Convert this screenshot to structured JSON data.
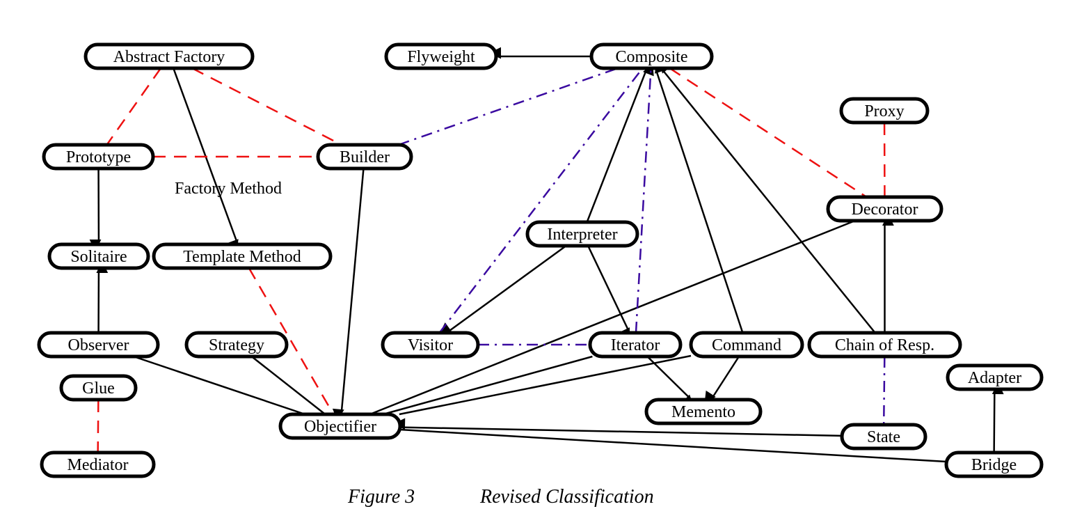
{
  "nodes": [
    {
      "id": "abstract-factory",
      "label": "Abstract Factory"
    },
    {
      "id": "flyweight",
      "label": "Flyweight"
    },
    {
      "id": "composite",
      "label": "Composite"
    },
    {
      "id": "proxy",
      "label": "Proxy"
    },
    {
      "id": "prototype",
      "label": "Prototype"
    },
    {
      "id": "builder",
      "label": "Builder"
    },
    {
      "id": "decorator",
      "label": "Decorator"
    },
    {
      "id": "interpreter",
      "label": "Interpreter"
    },
    {
      "id": "solitaire",
      "label": "Solitaire"
    },
    {
      "id": "template-method",
      "label": "Template Method"
    },
    {
      "id": "observer",
      "label": "Observer"
    },
    {
      "id": "strategy",
      "label": "Strategy"
    },
    {
      "id": "visitor",
      "label": "Visitor"
    },
    {
      "id": "iterator",
      "label": "Iterator"
    },
    {
      "id": "command",
      "label": "Command"
    },
    {
      "id": "chain-of-resp",
      "label": "Chain of Resp."
    },
    {
      "id": "glue",
      "label": "Glue"
    },
    {
      "id": "adapter",
      "label": "Adapter"
    },
    {
      "id": "memento",
      "label": "Memento"
    },
    {
      "id": "objectifier",
      "label": "Objectifier"
    },
    {
      "id": "state",
      "label": "State"
    },
    {
      "id": "mediator",
      "label": "Mediator"
    },
    {
      "id": "bridge",
      "label": "Bridge"
    }
  ],
  "edges": [
    {
      "from": "composite",
      "to": "flyweight",
      "style": "solid",
      "arrow": true
    },
    {
      "from": "abstract-factory",
      "to": "template-method",
      "style": "solid",
      "arrow": true
    },
    {
      "from": "prototype",
      "to": "solitaire",
      "style": "solid",
      "arrow": true
    },
    {
      "from": "observer",
      "to": "solitaire",
      "style": "solid",
      "arrow": true
    },
    {
      "from": "builder",
      "to": "objectifier",
      "style": "solid",
      "arrow": true
    },
    {
      "from": "observer",
      "to": "objectifier",
      "style": "solid",
      "arrow": false
    },
    {
      "from": "strategy",
      "to": "objectifier",
      "style": "solid",
      "arrow": false
    },
    {
      "from": "iterator",
      "to": "objectifier",
      "style": "solid",
      "arrow": false
    },
    {
      "from": "command",
      "to": "objectifier",
      "style": "solid",
      "arrow": false
    },
    {
      "from": "decorator",
      "to": "objectifier",
      "style": "solid",
      "arrow": false
    },
    {
      "from": "state",
      "to": "objectifier",
      "style": "solid",
      "arrow": true
    },
    {
      "from": "bridge",
      "to": "objectifier",
      "style": "solid",
      "arrow": false
    },
    {
      "from": "interpreter",
      "to": "composite",
      "style": "solid",
      "arrow": true
    },
    {
      "from": "command",
      "to": "composite",
      "style": "solid",
      "arrow": true
    },
    {
      "from": "chain-of-resp",
      "to": "composite",
      "style": "solid",
      "arrow": true
    },
    {
      "from": "interpreter",
      "to": "visitor",
      "style": "solid",
      "arrow": true
    },
    {
      "from": "interpreter",
      "to": "iterator",
      "style": "solid",
      "arrow": true
    },
    {
      "from": "iterator",
      "to": "memento",
      "style": "solid",
      "arrow": true
    },
    {
      "from": "command",
      "to": "memento",
      "style": "solid",
      "arrow": true
    },
    {
      "from": "chain-of-resp",
      "to": "decorator",
      "style": "solid",
      "arrow": true
    },
    {
      "from": "bridge",
      "to": "adapter",
      "style": "solid",
      "arrow": true
    },
    {
      "from": "abstract-factory",
      "to": "prototype",
      "style": "red-dashed",
      "arrow": false
    },
    {
      "from": "abstract-factory",
      "to": "builder",
      "style": "red-dashed",
      "arrow": false
    },
    {
      "from": "prototype",
      "to": "builder",
      "style": "red-dashed",
      "arrow": false
    },
    {
      "from": "template-method",
      "to": "objectifier",
      "style": "red-dashed",
      "arrow": false
    },
    {
      "from": "composite",
      "to": "decorator",
      "style": "red-dashed",
      "arrow": false
    },
    {
      "from": "proxy",
      "to": "decorator",
      "style": "red-dashed",
      "arrow": false
    },
    {
      "from": "glue",
      "to": "mediator",
      "style": "red-dashed",
      "arrow": false
    },
    {
      "from": "builder",
      "to": "composite",
      "style": "purple-dashdot",
      "arrow": false
    },
    {
      "from": "visitor",
      "to": "composite",
      "style": "purple-dashdot",
      "arrow": false
    },
    {
      "from": "iterator",
      "to": "composite",
      "style": "purple-dashdot",
      "arrow": false
    },
    {
      "from": "visitor",
      "to": "iterator",
      "style": "purple-dashdot",
      "arrow": false
    },
    {
      "from": "chain-of-resp",
      "to": "state",
      "style": "purple-dashdot",
      "arrow": false
    }
  ],
  "free_labels": {
    "factory_method": "Factory Method"
  },
  "caption": {
    "figure": "Figure 3",
    "title": "Revised Classification"
  },
  "colors": {
    "solid": "#000000",
    "red_dashed": "#ee1111",
    "purple_dashdot": "#3a0aa0"
  }
}
